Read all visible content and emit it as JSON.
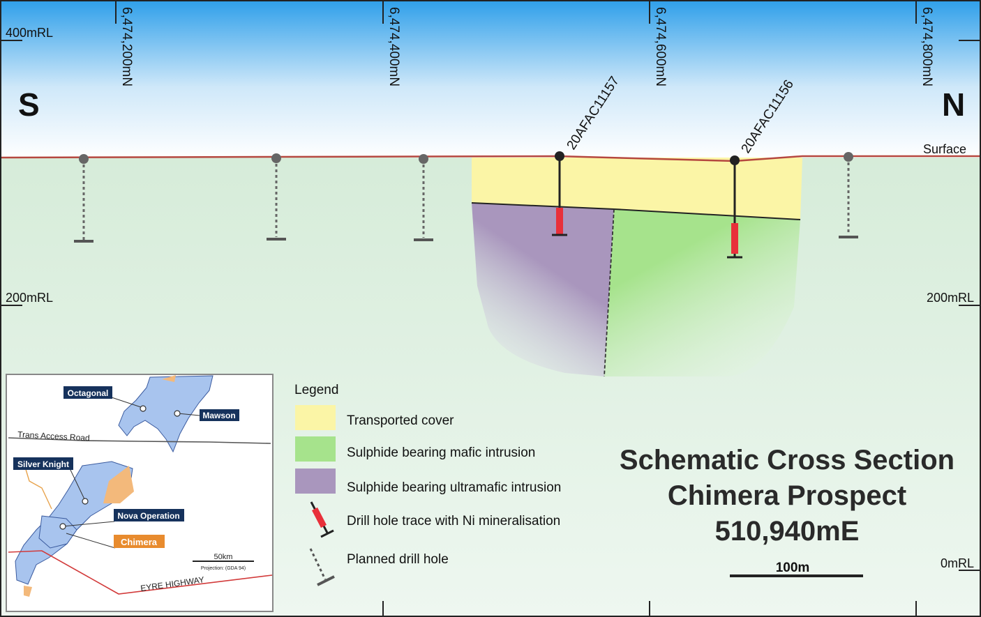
{
  "section": {
    "direction_south": "S",
    "direction_north": "N",
    "surface_label": "Surface",
    "rl_labels": {
      "top": "400mRL",
      "mid_left": "200mRL",
      "mid_right": "200mRL",
      "bottom": "0mRL"
    },
    "northings": [
      "6,474,200mN",
      "6,474,400mN",
      "6,474,600mN",
      "6,474,800mN"
    ],
    "drill_holes": [
      "20AFAC11157",
      "20AFAC11156"
    ],
    "title_lines": [
      "Schematic Cross Section",
      "Chimera Prospect",
      "510,940mE"
    ],
    "scale_label": "100m"
  },
  "legend": {
    "heading": "Legend",
    "items": [
      {
        "label": "Transported cover",
        "color": "#fbf5a6"
      },
      {
        "label": "Sulphide bearing mafic intrusion",
        "color": "#a6e38c"
      },
      {
        "label": "Sulphide bearing ultramafic intrusion",
        "color": "#a996bd"
      },
      {
        "label": "Drill hole trace with Ni mineralisation",
        "color": "#e8303a"
      },
      {
        "label": "Planned drill hole",
        "color": "#555555"
      }
    ]
  },
  "inset_map": {
    "labels": [
      "Octagonal",
      "Mawson",
      "Silver Knight",
      "Nova Operation",
      "Chimera"
    ],
    "road_label": "Trans Access Road",
    "highway_label": "EYRE HIGHWAY",
    "scale_label": "50km",
    "projection": "Projection: (GDA 94)"
  },
  "colors": {
    "sky_top": "#2e9fea",
    "sky_bottom": "#ffffff",
    "ground": "#dcefdf",
    "surface_line": "#b5473f",
    "cover": "#fbf5a6",
    "mafic": "#a6e38c",
    "ultramafic": "#a996bd",
    "drill_red": "#e8303a",
    "label_navy": "#16325c",
    "label_orange": "#e88b2e",
    "map_blue": "#a8c4ee"
  }
}
